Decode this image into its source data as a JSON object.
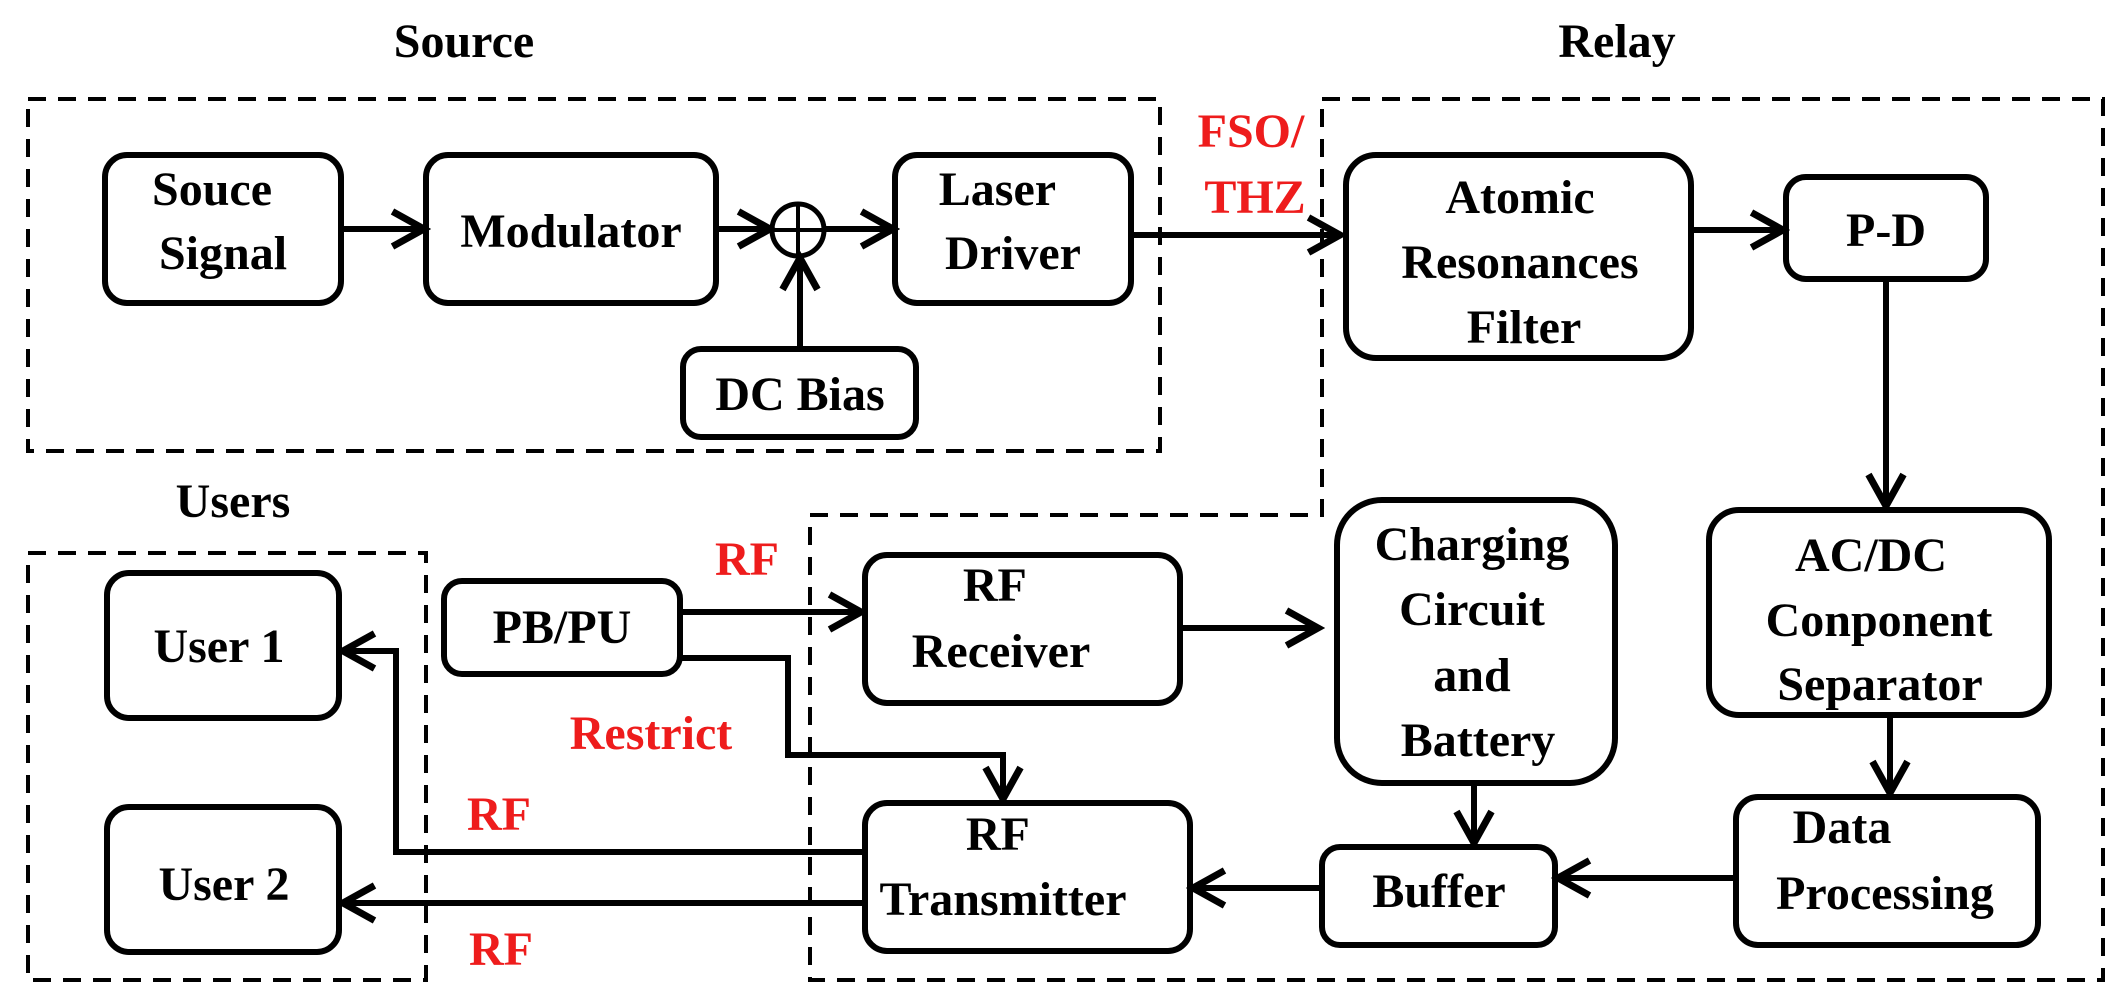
{
  "regions": {
    "source": "Source",
    "relay": "Relay",
    "users": "Users"
  },
  "blocks": {
    "source_signal": [
      "Souce",
      "Signal"
    ],
    "modulator": [
      "Modulator"
    ],
    "laser_driver": [
      "Laser",
      "Driver"
    ],
    "dc_bias": [
      "DC Bias"
    ],
    "atomic_filter": [
      "Atomic",
      "Resonances",
      "Filter"
    ],
    "pd": [
      "P-D"
    ],
    "acdc_separator": [
      "AC/DC",
      "Conponent",
      "Separator"
    ],
    "data_processing": [
      "Data",
      "Processing"
    ],
    "charging_circuit": [
      "Charging",
      "Circuit",
      "and",
      "Battery"
    ],
    "buffer": [
      "Buffer"
    ],
    "rf_receiver": [
      "RF",
      "Receiver"
    ],
    "rf_transmitter": [
      "RF",
      "Transmitter"
    ],
    "pbpu": [
      "PB/PU"
    ],
    "user1": [
      "User 1"
    ],
    "user2": [
      "User 2"
    ]
  },
  "link_labels": {
    "fso_thz": [
      "FSO/",
      "THZ"
    ],
    "rf_pbpu": "RF",
    "restrict": "Restrict",
    "rf_user1": "RF",
    "rf_user2": "RF"
  },
  "colors": {
    "link_label": "#ee1c1c",
    "line": "#000000"
  }
}
